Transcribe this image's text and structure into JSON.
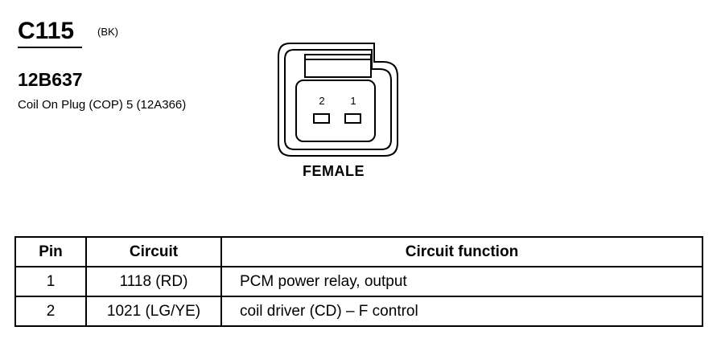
{
  "connector": {
    "id": "C115",
    "color_code": "(BK)",
    "part_number": "12B637",
    "description": "Coil On Plug (COP) 5 (12A366)",
    "gender": "FEMALE",
    "pin_labels": [
      "2",
      "1"
    ]
  },
  "table": {
    "headers": [
      "Pin",
      "Circuit",
      "Circuit function"
    ],
    "rows": [
      {
        "pin": "1",
        "circuit": "1118 (RD)",
        "function": "PCM power relay, output"
      },
      {
        "pin": "2",
        "circuit": "1021 (LG/YE)",
        "function": "coil driver (CD) – F control"
      }
    ]
  }
}
